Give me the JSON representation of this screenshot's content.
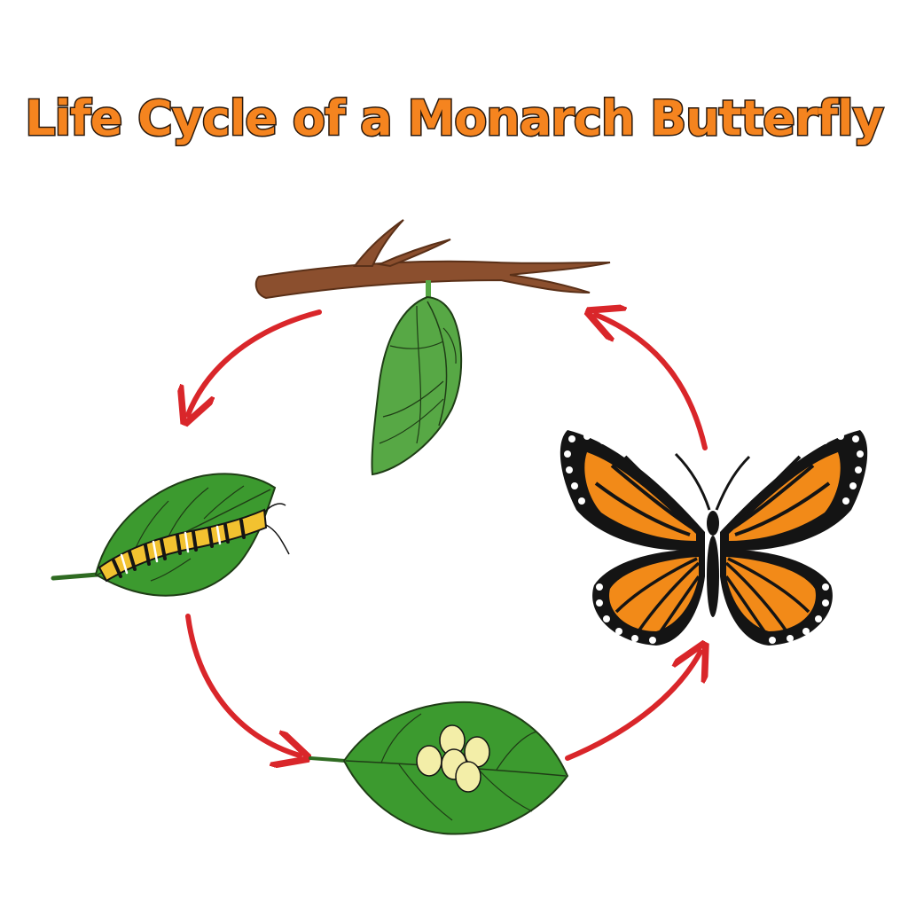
{
  "title": "Life Cycle of a Monarch Butterfly",
  "colors": {
    "title_fill": "#F5841F",
    "title_stroke": "#2b1a0e",
    "arrow": "#D9262A",
    "leaf": "#3C9A2F",
    "leaf_light": "#4FB04A",
    "leaf_outline": "#1f3d16",
    "branch": "#8B4F2E",
    "chrysalis": "#57A845",
    "wing_orange": "#F28A18",
    "wing_black": "#141414",
    "egg": "#F3EEA8",
    "caterpillar_yellow": "#F2C230"
  },
  "stages": [
    {
      "id": "egg",
      "icon": "eggs-on-leaf-icon"
    },
    {
      "id": "caterpillar",
      "icon": "caterpillar-on-leaf-icon"
    },
    {
      "id": "chrysalis",
      "icon": "chrysalis-icon"
    },
    {
      "id": "butterfly",
      "icon": "monarch-butterfly-icon"
    }
  ]
}
